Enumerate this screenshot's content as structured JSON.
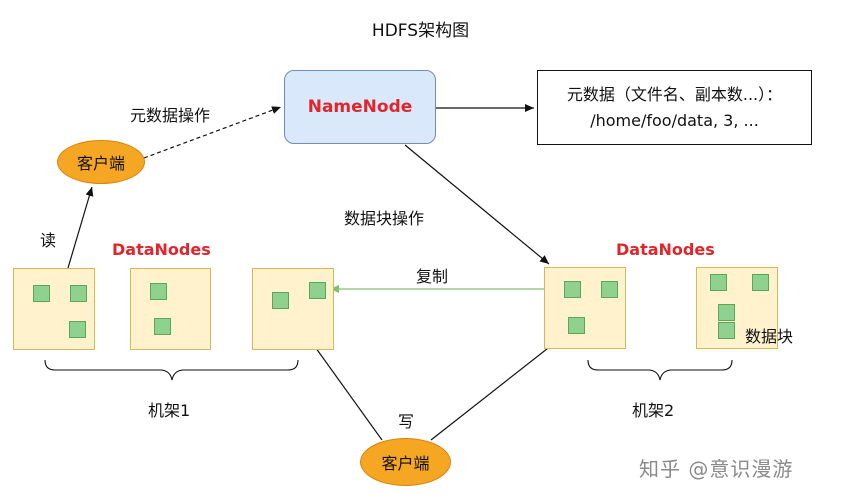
{
  "title": "HDFS架构图",
  "namenode": {
    "label": "NameNode"
  },
  "metadata": {
    "line1": "元数据（文件名、副本数...）：",
    "line2": "/home/foo/data, 3, ..."
  },
  "client_top": {
    "label": "客户端"
  },
  "client_bottom": {
    "label": "客户端"
  },
  "edges": {
    "metadata_op": "元数据操作",
    "block_op": "数据块操作",
    "read": "读",
    "write": "写",
    "replicate": "复制"
  },
  "datanodes_left": {
    "label": "DataNodes"
  },
  "datanodes_right": {
    "label": "DataNodes"
  },
  "racks": {
    "rack1": "机架1",
    "rack2": "机架2"
  },
  "block_legend": "数据块",
  "watermark": "知乎 @意识漫游",
  "colors": {
    "namenode_fill": "#dae8fc",
    "client_fill": "#f5a623",
    "datanode_fill": "#fff2cc",
    "block_fill": "#8fd18f",
    "highlight_text": "#e0262b",
    "replicate_line": "#82c06e"
  }
}
